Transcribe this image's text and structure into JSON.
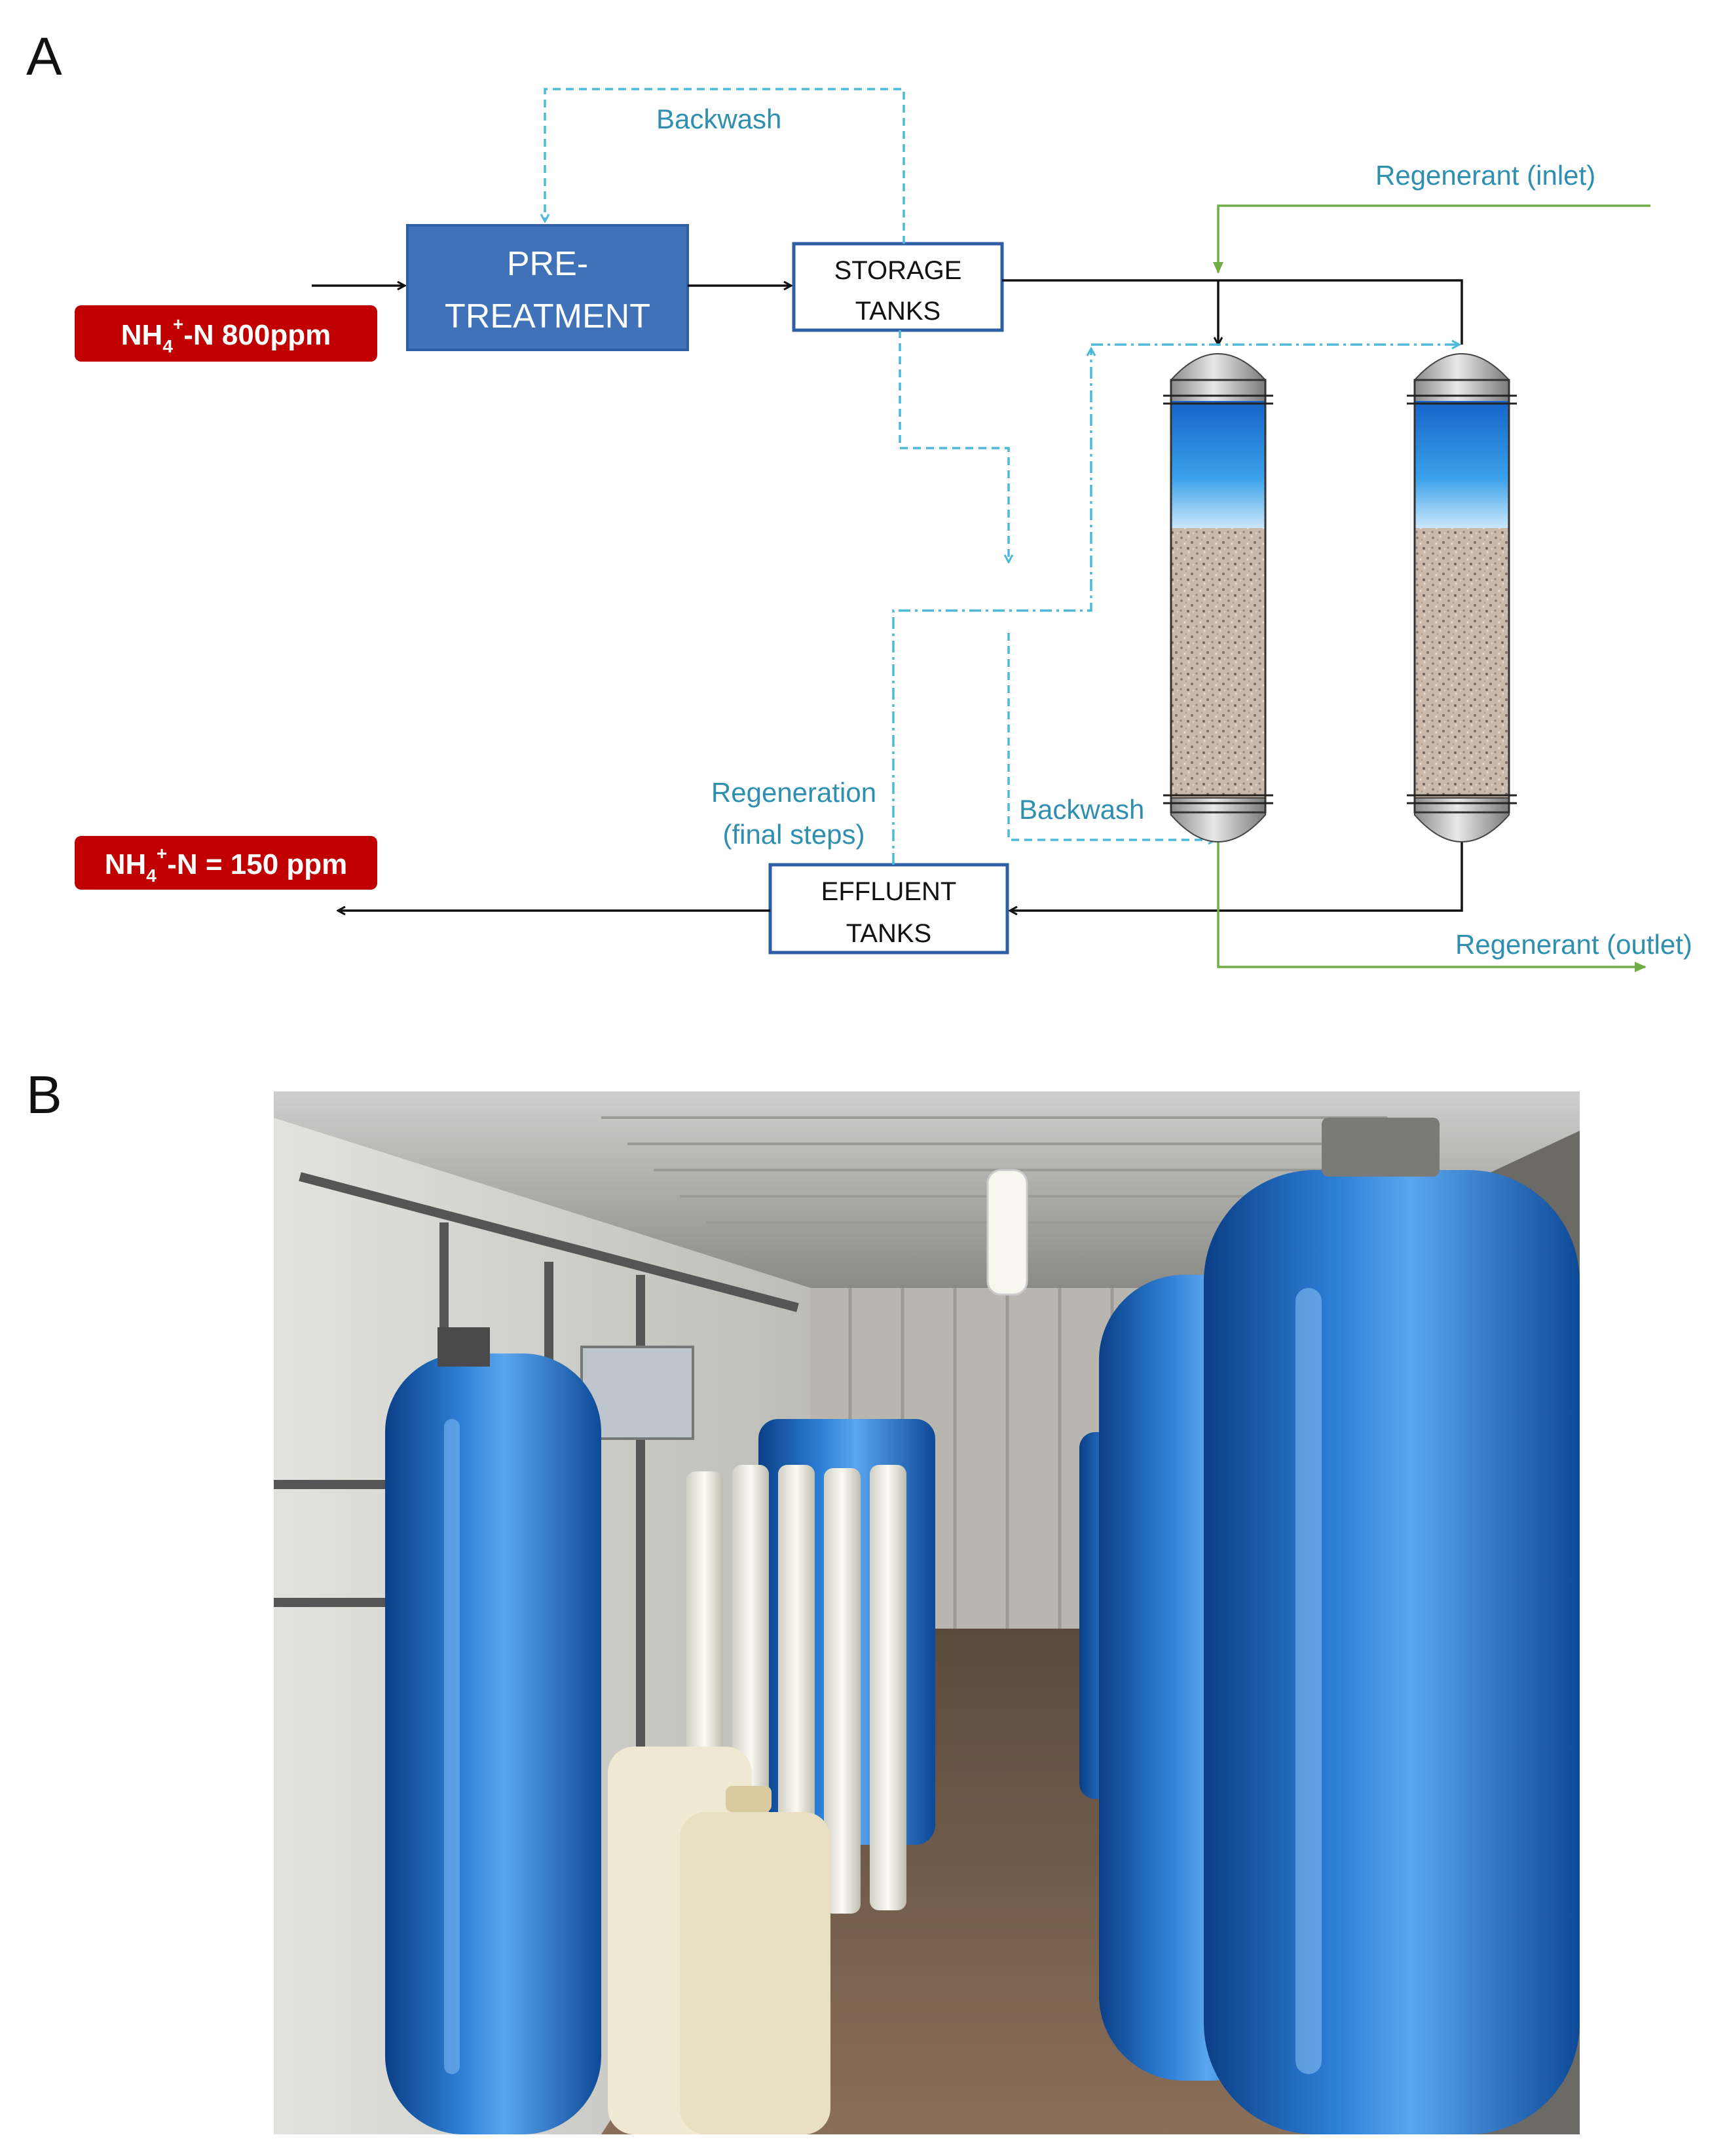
{
  "panels": {
    "a": "A",
    "b": "B"
  },
  "boxes": {
    "pretreatment": [
      "PRE-",
      "TREATMENT"
    ],
    "storage": [
      "STORAGE",
      "TANKS"
    ],
    "effluent": [
      "EFFLUENT",
      "TANKS"
    ]
  },
  "badges": {
    "inlet": {
      "species": "NH",
      "sub": "4",
      "sup": "+",
      "rest": "-N 800ppm"
    },
    "outlet": {
      "species": "NH",
      "sub": "4",
      "sup": "+",
      "rest": "-N = 150 ppm"
    }
  },
  "labels": {
    "backwash_top": "Backwash",
    "backwash_bottom": "Backwash",
    "regenerant_inlet": "Regenerant (inlet)",
    "regenerant_outlet": "Regenerant (outlet)",
    "regeneration_1": "Regeneration",
    "regeneration_2": "(final steps)"
  },
  "colors": {
    "badge_red": "#c00000",
    "box_blue": "#3f72b8",
    "box_border": "#2e5fa5",
    "backwash": "#4db8d8",
    "regenerant": "#70ad47",
    "label_text": "#2f8fb0",
    "column_water": "#1f8fe0",
    "column_media": "#c8b8a8"
  }
}
